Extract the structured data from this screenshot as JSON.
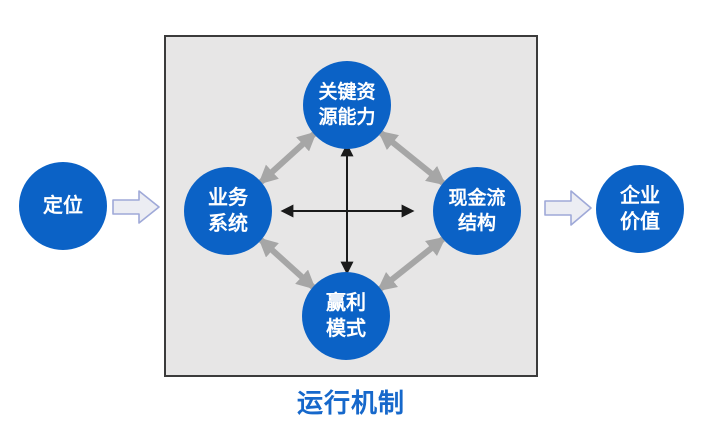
{
  "diagram": {
    "caption": "运行机制",
    "nodes": {
      "positioning": {
        "label": "定位"
      },
      "key_resources": {
        "line1": "关键资",
        "line2": "源能力"
      },
      "business_system": {
        "line1": "业务",
        "line2": "系统"
      },
      "cash_flow": {
        "line1": "现金流",
        "line2": "结构"
      },
      "profit_model": {
        "line1": "赢利",
        "line2": "模式"
      },
      "enterprise_value": {
        "line1": "企业",
        "line2": "价值"
      }
    },
    "colors": {
      "node_fill": "#0b62c6",
      "node_text": "#ffffff",
      "box_fill": "#e7e6e6",
      "box_border": "#3b3b3b",
      "arrow_gray": "#a6a6a6",
      "arrow_black": "#1a1a1a",
      "block_arrow_fill": "#ecedf3",
      "block_arrow_stroke": "#9fa9d8",
      "caption_color": "#1668cb"
    }
  }
}
